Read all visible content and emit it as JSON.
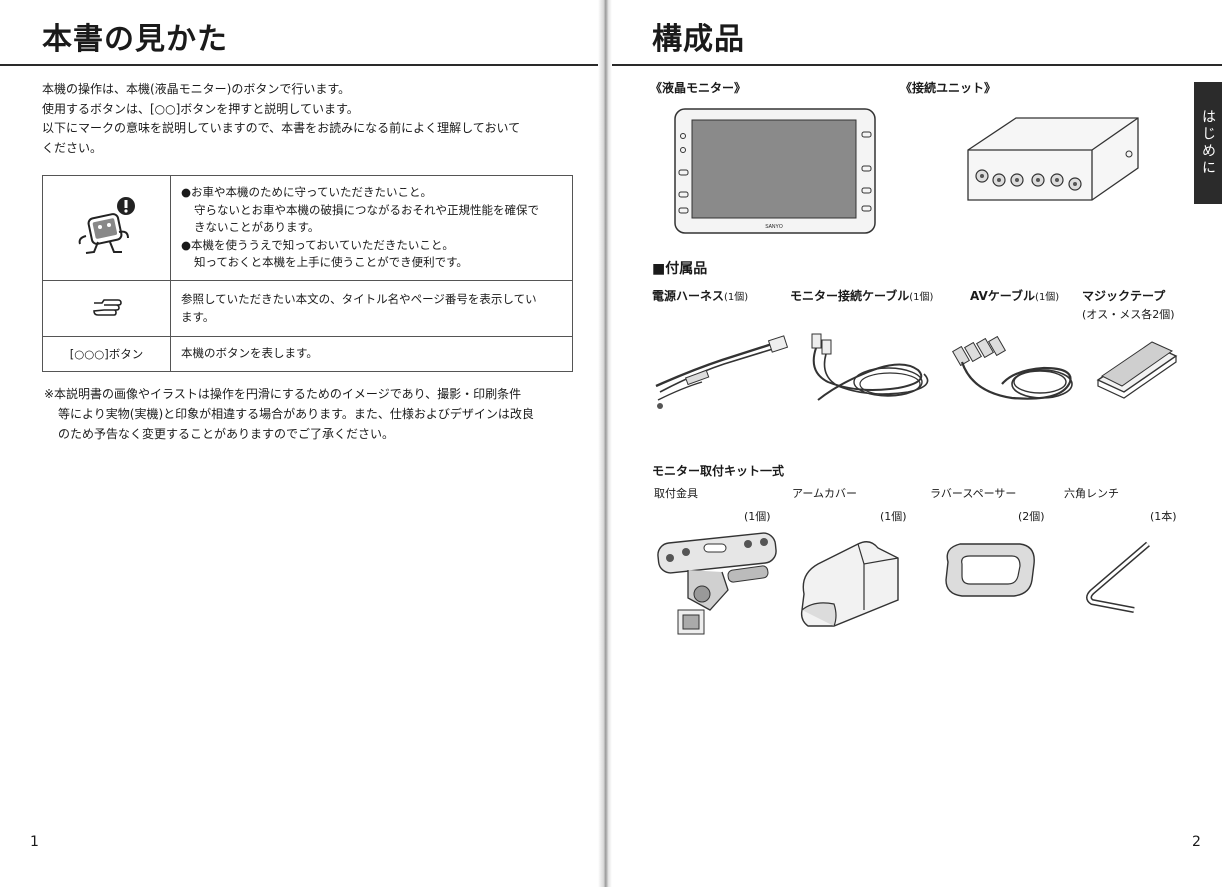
{
  "left": {
    "title": "本書の見かた",
    "intro": [
      "本機の操作は、本機(液晶モニター)のボタンで行います。",
      "使用するボタンは、[○○]ボタンを押すと説明しています。",
      "以下にマークの意味を説明していますので、本書をお読みになる前によく理解しておいて",
      "ください。"
    ],
    "table": {
      "row1": {
        "icon": "caution-mascot-icon",
        "lines": [
          "●お車や本機のために守っていただきたいこと。",
          "守らないとお車や本機の破損につながるおそれや正規性能を確保で",
          "きないことがあります。",
          "●本機を使ううえで知っておいていただきたいこと。",
          "知っておくと本機を上手に使うことができ便利です。"
        ]
      },
      "row2": {
        "icon": "pointing-hand-icon",
        "lines": [
          "参照していただきたい本文の、タイトル名やページ番号を表示してい",
          "ます。"
        ]
      },
      "row3": {
        "key": "[○○○]ボタン",
        "text": "本機のボタンを表します。"
      }
    },
    "note": [
      "※本説明書の画像やイラストは操作を円滑にするためのイメージであり、撮影・印刷条件",
      "等により実物(実機)と印象が相違する場合があります。また、仕様およびデザインは改良",
      "のため予告なく変更することがありますのでご了承ください。"
    ],
    "page_number": "1"
  },
  "right": {
    "title": "構成品",
    "tab": "はじめに",
    "monitor_label": "《液晶モニター》",
    "monitor_brand": "SANYO",
    "unit_label": "《接続ユニット》",
    "accessories_title": "■付属品",
    "accessories": [
      {
        "name": "電源ハーネス",
        "qty": "(1個)"
      },
      {
        "name": "モニター接続ケーブル",
        "qty": "(1個)"
      },
      {
        "name": "AVケーブル",
        "qty": "(1個)"
      },
      {
        "name": "マジックテープ",
        "qty": ""
      }
    ],
    "velcro_note": "(オス・メス各2個)",
    "kit_title": "モニター取付キット一式",
    "kit": [
      {
        "name": "取付金具",
        "qty": "(1個)"
      },
      {
        "name": "アームカバー",
        "qty": "(1個)"
      },
      {
        "name": "ラバースペーサー",
        "qty": "(2個)"
      },
      {
        "name": "六角レンチ",
        "qty": "(1本)"
      }
    ],
    "page_number": "2"
  }
}
